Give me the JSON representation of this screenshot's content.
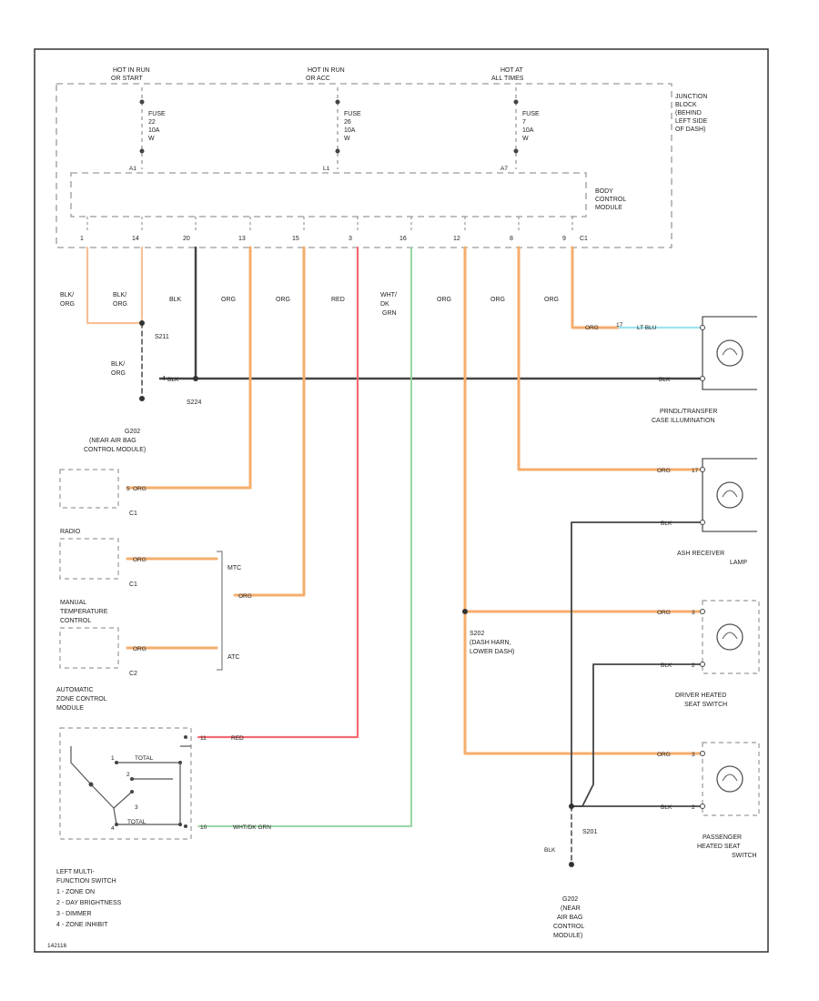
{
  "sources": {
    "left": [
      "HOT IN RUN",
      "OR START"
    ],
    "mid": [
      "HOT IN RUN",
      "OR ACC"
    ],
    "right": [
      "HOT AT",
      "ALL TIMES"
    ]
  },
  "fuses": {
    "left": [
      "FUSE",
      "22",
      "10A",
      "W"
    ],
    "mid": [
      "FUSE",
      "26",
      "10A",
      "W"
    ],
    "right": [
      "FUSE",
      "7",
      "10A",
      "W"
    ]
  },
  "fuse_terminals": {
    "left": "A1",
    "mid": "L1",
    "right": "A7"
  },
  "junction_block": [
    "JUNCTION",
    "BLOCK",
    "(BEHIND",
    "LEFT SIDE",
    "OF DASH)"
  ],
  "bcm": [
    "BODY",
    "CONTROL",
    "MODULE"
  ],
  "pins": [
    "1",
    "14",
    "20",
    "13",
    "15",
    "3",
    "16",
    "12",
    "8",
    "9"
  ],
  "pin_connector": "C1",
  "wire_colors": [
    [
      "BLK/",
      "ORG"
    ],
    [
      "BLK/",
      "ORG"
    ],
    [
      "BLK"
    ],
    [
      "ORG"
    ],
    [
      "ORG"
    ],
    [
      "RED"
    ],
    [
      "WHT/",
      "DK",
      "GRN"
    ],
    [
      "ORG"
    ],
    [
      "ORG"
    ],
    [
      "ORG"
    ]
  ],
  "splices": {
    "s211": "S211",
    "s224": "S224",
    "s202": "S202",
    "s201": "S201"
  },
  "wire_labels": {
    "blk_org": [
      "BLK/",
      "ORG"
    ],
    "blk": "BLK",
    "org": "ORG",
    "lt_blu": "LT BLU",
    "red": "RED",
    "wht_dk_grn": "WHT/DK GRN"
  },
  "ground_g202": [
    "G202",
    "(NEAR AIR BAG",
    "CONTROL MODULE)"
  ],
  "ground_g202_bottom": [
    "G202",
    "(NEAR",
    "AIR BAG",
    "CONTROL",
    "MODULE)"
  ],
  "radio": "RADIO",
  "manual_temp": [
    "MANUAL",
    "TEMPERATURE",
    "CONTROL"
  ],
  "connectors": {
    "c1": "C1",
    "c2": "C2"
  },
  "pin_small": {
    "p4": "4",
    "p5": "5",
    "p17": "17",
    "p11": "11",
    "p3": "3",
    "p2": "2",
    "p10": "10"
  },
  "mtc": "MTC",
  "atc": "ATC",
  "azcm": [
    "AUTOMATIC",
    "ZONE CONTROL",
    "MODULE"
  ],
  "switch_positions": {
    "p1": "1",
    "p2": "2",
    "p3": "3",
    "p4": "4"
  },
  "switch_labels": {
    "total": "TOTAL",
    "total2": "TOTAL"
  },
  "components": {
    "prndl": [
      "PRNDL/TRANSFER",
      "CASE ILLUMINATION"
    ],
    "ash": [
      "ASH RECEIVER",
      "LAMP"
    ],
    "driver_seat": [
      "DRIVER HEATED",
      "SEAT SWITCH"
    ],
    "pass_seat": [
      "PASSENGER",
      "HEATED SEAT",
      "SWITCH"
    ]
  },
  "s202_desc": [
    "S202",
    "(DASH HARN,",
    "LOWER DASH)"
  ],
  "lmfs": [
    "LEFT MULTI-",
    "FUNCTION SWITCH",
    "1 - ZONE ON",
    "2 - DAY BRIGHTNESS",
    "3 - DIMMER",
    "4 - ZONE INHIBIT"
  ],
  "figure_id": "142116",
  "colors": {
    "orange": "#f5ad6c",
    "red": "#f26a72",
    "green": "#8fd19a",
    "lt_blue": "#9ee3ef",
    "black": "#3a3a3a",
    "dash": "#9a9a9a"
  }
}
